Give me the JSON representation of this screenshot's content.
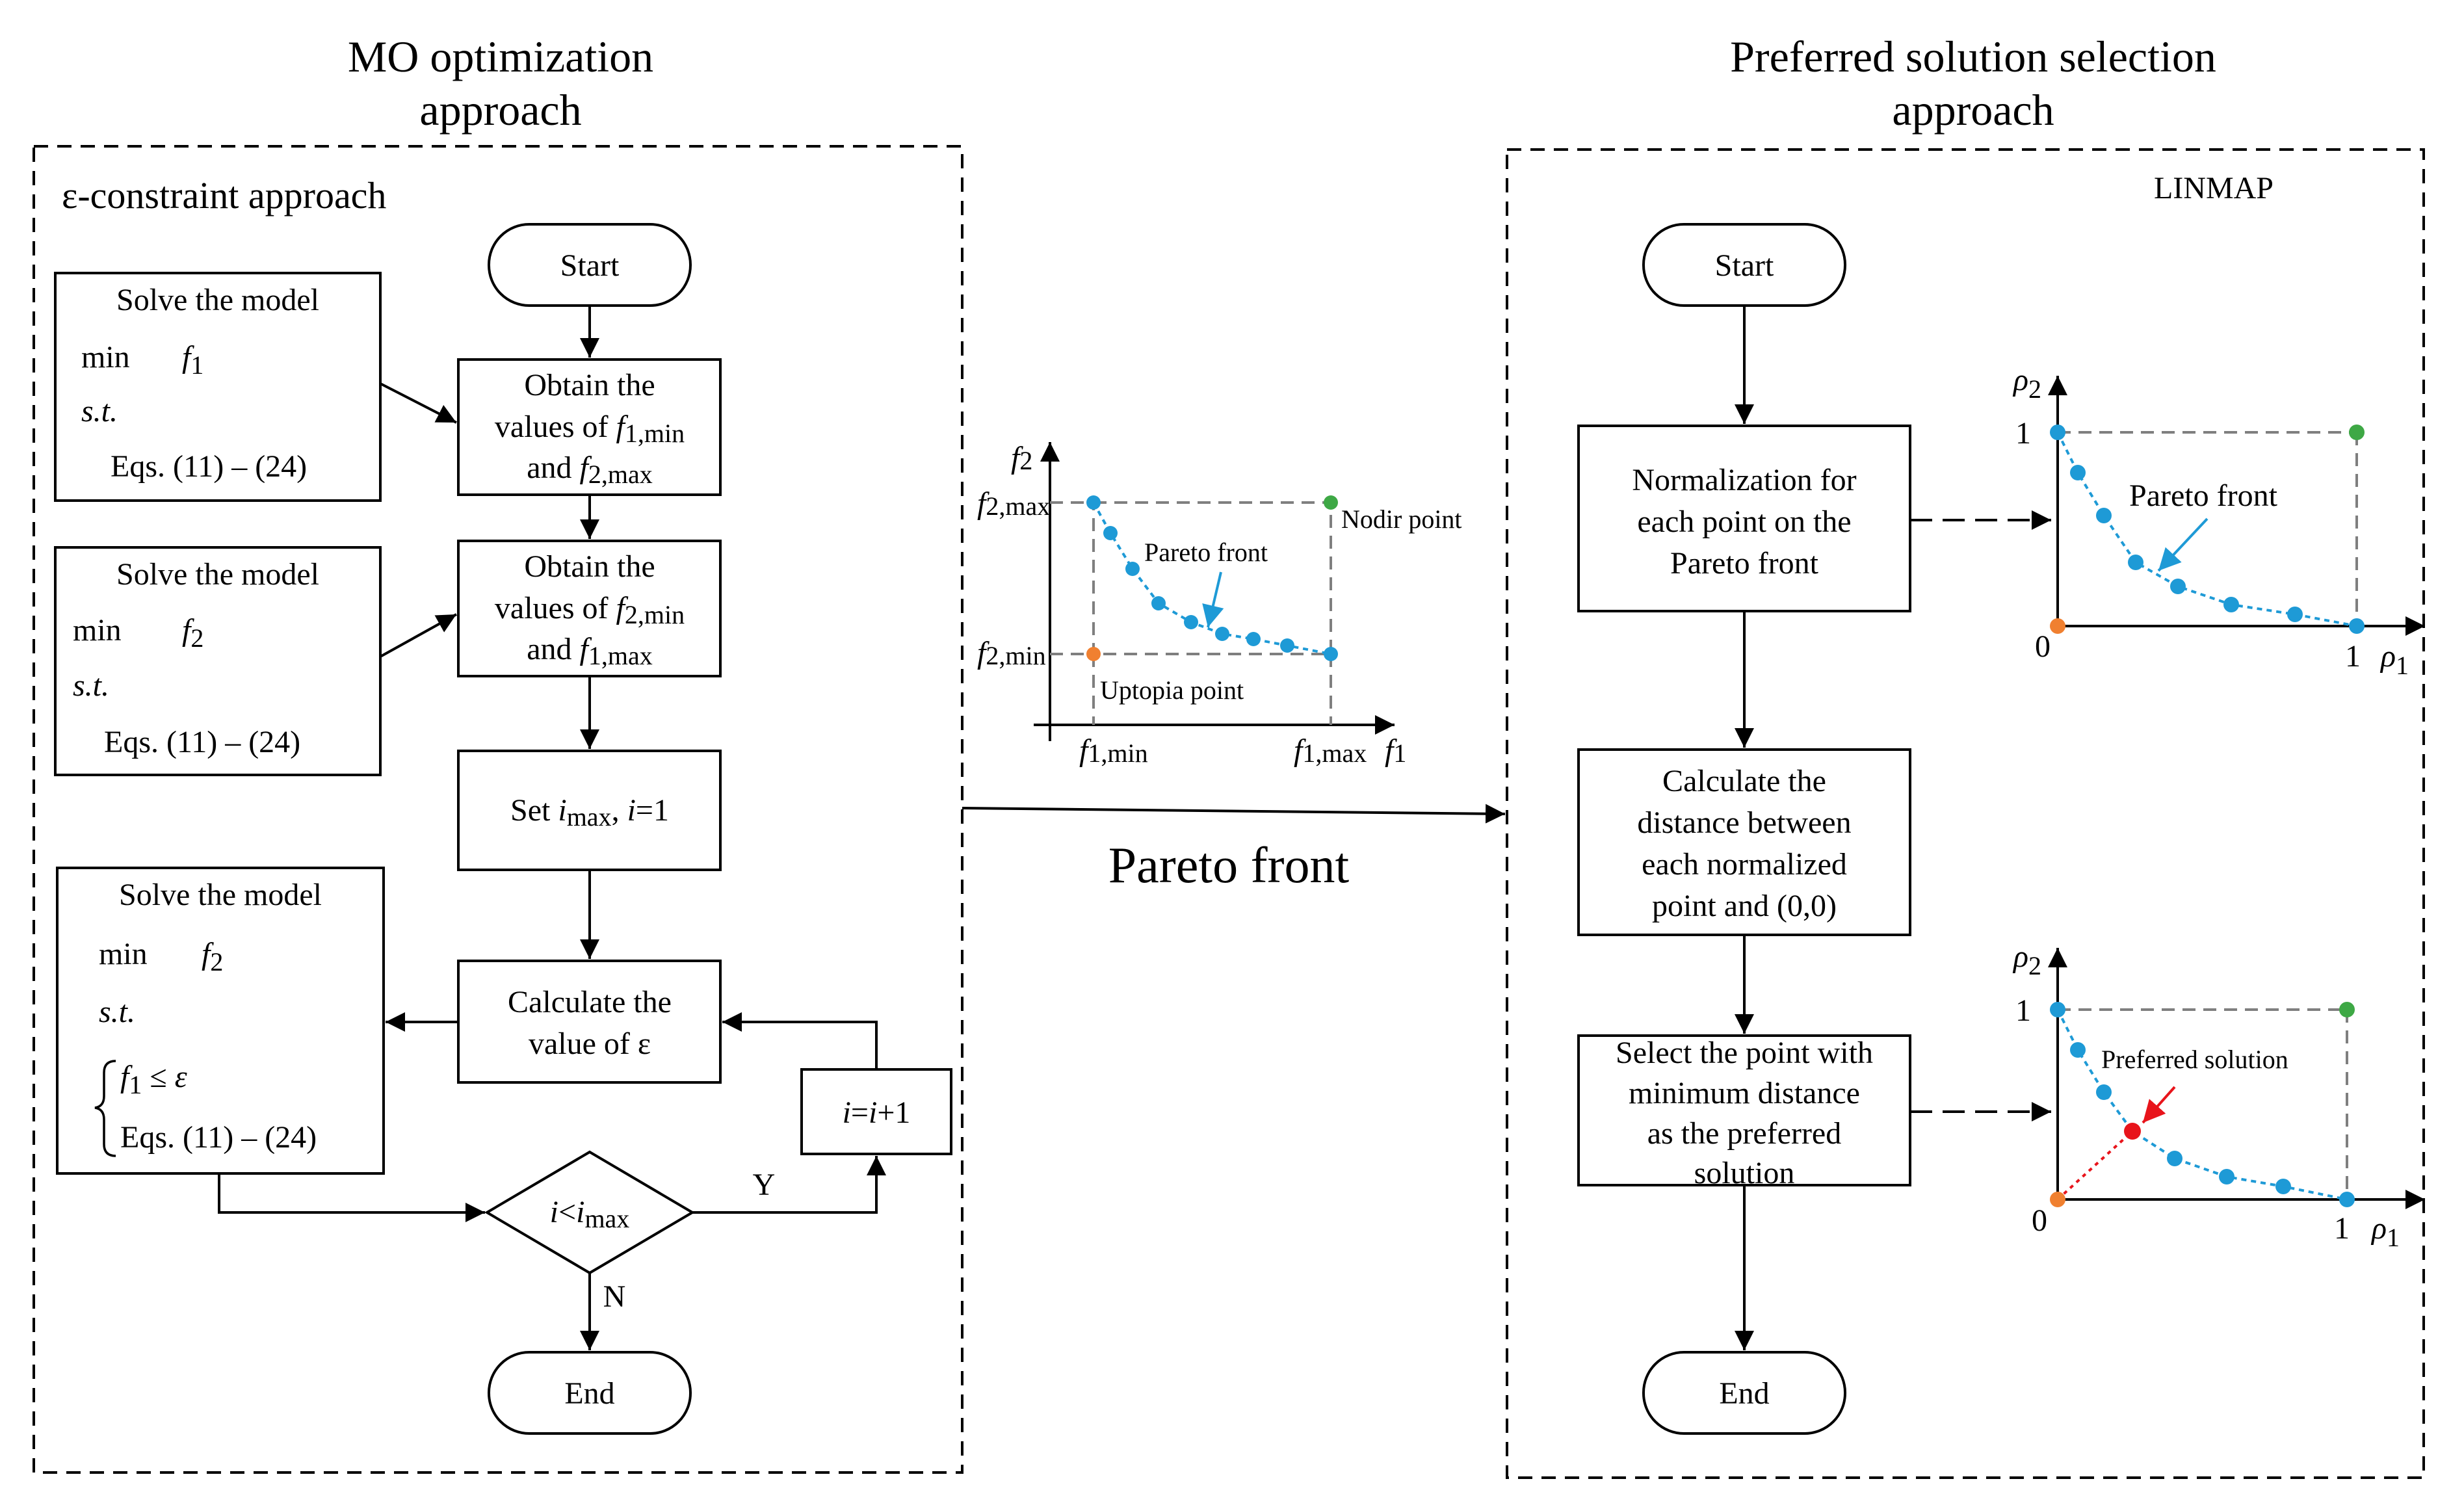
{
  "left": {
    "heading_line1": "MO optimization",
    "heading_line2": "approach",
    "panel_title": "ε-constraint approach",
    "start": "Start",
    "end": "End",
    "obtain1": {
      "line1": "Obtain the",
      "line2_pre": "values of ",
      "sym1": "f",
      "sub1": "1,min",
      "line3_pre": "and ",
      "sym2": "f",
      "sub2": "2,max"
    },
    "obtain2": {
      "line1": "Obtain the",
      "line2_pre": "values of ",
      "sym1": "f",
      "sub1": "2,min",
      "line3_pre": "and ",
      "sym2": "f",
      "sub2": "1,max"
    },
    "set": {
      "pre": "Set ",
      "sym1": "i",
      "sub1": "max",
      "mid": ", ",
      "sym2": "i",
      "post": "=1"
    },
    "calc": {
      "line1": "Calculate the",
      "line2": "value of ε"
    },
    "incr": {
      "a": "i",
      "b": "=",
      "c": "i",
      "d": "+1"
    },
    "decision": {
      "sym1": "i",
      "lt": "<",
      "sym2": "i",
      "sub": "max"
    },
    "yes": "Y",
    "no": "N",
    "model1": {
      "title": "Solve the model",
      "min": "min",
      "f": "f",
      "sub": "1",
      "st": "s.t.",
      "eqs": "Eqs. (11) – (24)"
    },
    "model2": {
      "title": "Solve the model",
      "min": "min",
      "f": "f",
      "sub": "2",
      "st": "s.t.",
      "eqs": "Eqs. (11) – (24)"
    },
    "model3": {
      "title": "Solve the model",
      "min": "min",
      "f": "f",
      "sub": "2",
      "st": "s.t.",
      "cond_f": "f",
      "cond_sub": "1",
      "cond_rel": " ≤ ",
      "cond_eps": "ε",
      "eqs": "Eqs. (11) – (24)"
    }
  },
  "middle": {
    "chart": {
      "y_axis": "f",
      "y_sub": "2",
      "x_axis": "f",
      "x_sub": "1",
      "f2max": "f",
      "f2max_sub": "2,max",
      "f2min": "f",
      "f2min_sub": "2,min",
      "f1min": "f",
      "f1min_sub": "1,min",
      "f1max": "f",
      "f1max_sub": "1,max",
      "nodir": "Nodir point",
      "uptopia": "Uptopia point",
      "pareto": "Pareto front"
    },
    "arrow_label": "Pareto front"
  },
  "right": {
    "heading_line1": "Preferred solution selection",
    "heading_line2": "approach",
    "method": "LINMAP",
    "start": "Start",
    "end": "End",
    "norm": {
      "line1": "Normalization for",
      "line2": "each point on the",
      "line3": "Pareto front"
    },
    "dist": {
      "line1": "Calculate the",
      "line2": "distance between",
      "line3": "each normalized",
      "line4": "point and (0,0)"
    },
    "select": {
      "line1": "Select the point with",
      "line2": "minimum distance",
      "line3": "as the preferred",
      "line4": "solution"
    },
    "chart1": {
      "y": "ρ",
      "y_sub": "2",
      "x": "ρ",
      "x_sub": "1",
      "one_y": "1",
      "one_x": "1",
      "zero": "0",
      "pareto": "Pareto front"
    },
    "chart2": {
      "y": "ρ",
      "y_sub": "2",
      "x": "ρ",
      "x_sub": "1",
      "one_y": "1",
      "one_x": "1",
      "zero": "0",
      "preferred": "Preferred solution"
    }
  },
  "colors": {
    "point_blue": "#1E9AD6",
    "ideal_orange": "#F08030",
    "nadir_green": "#3EA845",
    "preferred_red": "#E8141B",
    "dash_gray": "#7F7F7F"
  }
}
